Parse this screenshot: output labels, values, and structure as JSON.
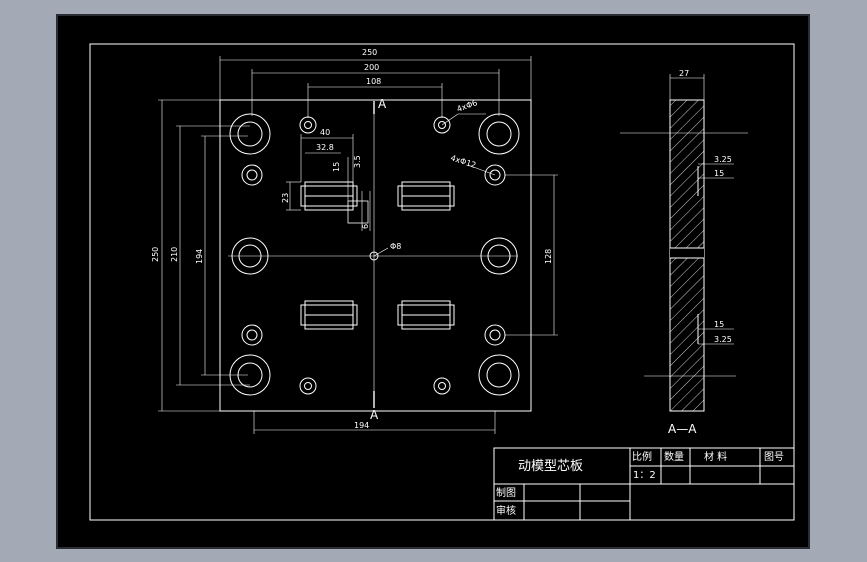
{
  "drawing": {
    "main_view": {
      "dims": {
        "width_total": "250",
        "width_200": "200",
        "width_108": "108",
        "width_194_bottom": "194",
        "height_250": "250",
        "height_210": "210",
        "height_194": "194",
        "height_128": "128",
        "slot_40": "40",
        "slot_328": "32.8",
        "slot_15": "15",
        "slot_35": "3.5",
        "slot_23": "23",
        "slot_6": "6"
      },
      "callouts": {
        "holes_4x6": "4xΦ6",
        "holes_4x12": "4xΦ12",
        "center_8": "Φ8"
      },
      "section_marks": {
        "top": "A",
        "bottom": "A"
      }
    },
    "section_view": {
      "dims": {
        "thickness": "27",
        "d325_top": "3.25",
        "d15_top": "15",
        "d15_bottom": "15",
        "d325_bottom": "3.25"
      },
      "label": "A—A"
    },
    "title_block": {
      "part_name": "动模型芯板",
      "scale_label": "比例",
      "qty_label": "数量",
      "material_label": "材   料",
      "drawing_no_label": "图号",
      "scale_value": "1：2",
      "drawn_label": "制图",
      "checked_label": "审核"
    }
  }
}
